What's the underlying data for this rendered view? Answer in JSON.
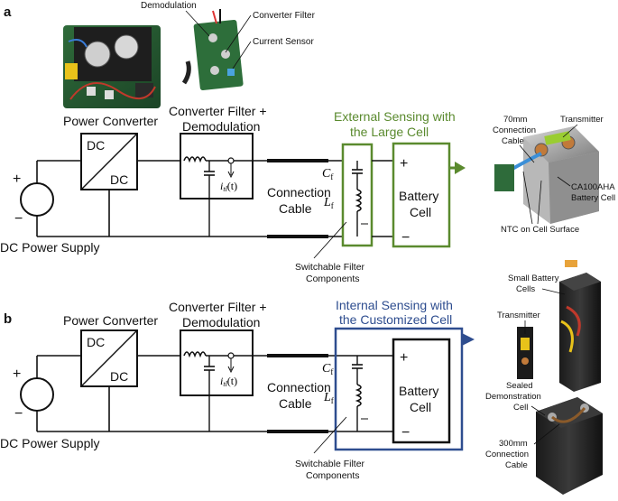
{
  "panel_a": {
    "letter": "a",
    "photo_labels": {
      "demodulation": "Demodulation",
      "converter_filter": "Converter Filter",
      "current_sensor": "Current Sensor"
    },
    "power_converter": "Power Converter",
    "converter_filter_l1": "Converter Filter +",
    "converter_filter_l2": "Demodulation",
    "dc_top": "DC",
    "dc_bottom": "DC",
    "current": "i",
    "current_sub": "tl",
    "current_arg": "(t)",
    "cable_l1": "Connection",
    "cable_l2": "Cable",
    "cf": "C",
    "cf_sub": "f",
    "lf": "L",
    "lf_sub": "f",
    "battery_l1": "Battery",
    "battery_l2": "Cell",
    "plus": "+",
    "minus": "−",
    "supply_plus": "+",
    "supply_minus": "−",
    "supply": "DC Power Supply",
    "switchable_l1": "Switchable Filter",
    "switchable_l2": "Components",
    "sensing_l1": "External Sensing with",
    "sensing_l2": "the Large Cell",
    "photo_right": {
      "cable_l1": "70mm",
      "cable_l2": "Connection",
      "cable_l3": "Cable",
      "transmitter": "Transmitter",
      "cell_l1": "CA100AHA",
      "cell_l2": "Battery Cell",
      "ntc": "NTC on Cell Surface"
    }
  },
  "panel_b": {
    "letter": "b",
    "power_converter": "Power Converter",
    "converter_filter_l1": "Converter Filter +",
    "converter_filter_l2": "Demodulation",
    "dc_top": "DC",
    "dc_bottom": "DC",
    "current": "i",
    "current_sub": "tl",
    "current_arg": "(t)",
    "cable_l1": "Connection",
    "cable_l2": "Cable",
    "cf": "C",
    "cf_sub": "f",
    "lf": "L",
    "lf_sub": "f",
    "battery_l1": "Battery",
    "battery_l2": "Cell",
    "plus": "+",
    "minus": "−",
    "supply_plus": "+",
    "supply_minus": "−",
    "supply": "DC Power Supply",
    "switchable_l1": "Switchable Filter",
    "switchable_l2": "Components",
    "sensing_l1": "Internal Sensing with",
    "sensing_l2": "the Customized Cell",
    "photo_right": {
      "small_l1": "Small Battery",
      "small_l2": "Cells",
      "transmitter": "Transmitter",
      "sealed_l1": "Sealed",
      "sealed_l2": "Demonstration",
      "sealed_l3": "Cell",
      "cable_l1": "300mm",
      "cable_l2": "Connection",
      "cable_l3": "Cable"
    }
  },
  "colors": {
    "green": "#5a8a2e",
    "blue": "#2e4d8f",
    "black": "#111111"
  }
}
